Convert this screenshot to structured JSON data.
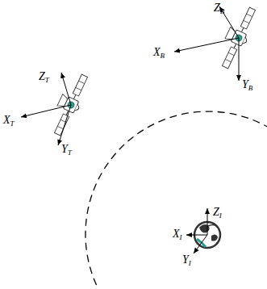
{
  "diagram": {
    "labels": [
      "ZB",
      "XB",
      "YB",
      "ZT",
      "XT",
      "YT",
      "ZI",
      "XI",
      "YI"
    ]
  }
}
